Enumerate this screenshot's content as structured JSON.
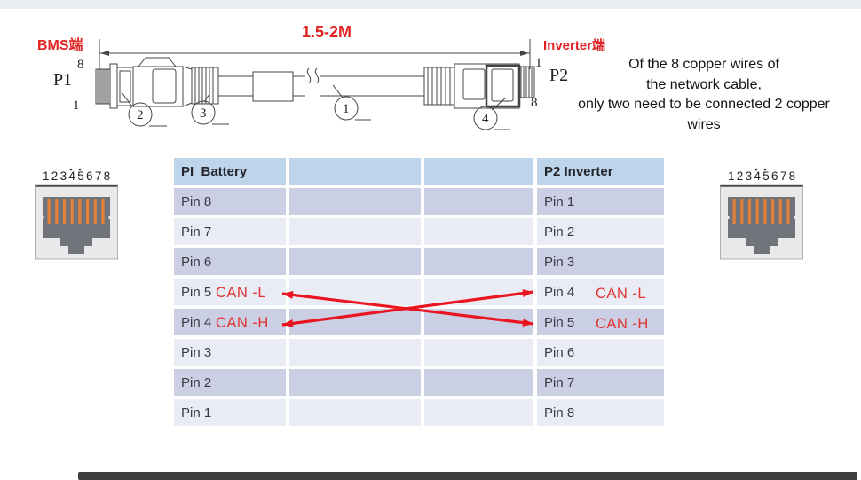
{
  "diagram": {
    "bms_label": "BMS端",
    "inverter_label": "Inverter端",
    "length_label": "1.5-2M",
    "p1_label": "P1",
    "p1_top_pin": "8",
    "p1_bottom_pin": "1",
    "p2_label": "P2",
    "p2_top_pin": "1",
    "p2_bottom_pin": "8",
    "callout_1": "1",
    "callout_2": "2",
    "callout_3": "3",
    "callout_4": "4"
  },
  "note": {
    "line1": "Of the 8 copper wires of",
    "line2": "the network cable,",
    "line3": "only two need to be connected 2 copper",
    "line4": "wires"
  },
  "left_connector": {
    "pin_numbers": "12345678"
  },
  "right_connector": {
    "pin_numbers": "12345678"
  },
  "table": {
    "header_left": "PI  Battery",
    "header_right": "P2 Inverter",
    "rows": [
      {
        "left": "Pin 8",
        "right": "Pin 1"
      },
      {
        "left": "Pin 7",
        "right": "Pin 2"
      },
      {
        "left": "Pin 6",
        "right": "Pin 3"
      },
      {
        "left": "Pin 5",
        "right": "Pin 4"
      },
      {
        "left": "Pin 4",
        "right": "Pin 5"
      },
      {
        "left": "Pin 3",
        "right": "Pin 6"
      },
      {
        "left": "Pin 2",
        "right": "Pin 7"
      },
      {
        "left": "Pin 1",
        "right": "Pin 8"
      }
    ]
  },
  "annotations": {
    "p1_can_l": "CAN -L",
    "p1_can_h": "CAN -H",
    "p2_can_l": "CAN -L",
    "p2_can_h": "CAN -H"
  },
  "colors": {
    "accent_red": "#e02424",
    "arrow_red": "#ea1520",
    "header_blue": "#bdd4ea",
    "row_dark": "#cbcfe3",
    "row_light": "#e9ebf5",
    "pin_orange": "#e2823a",
    "top_strip": "#e9edf2",
    "bottom_bar": "#3e3e3e"
  }
}
